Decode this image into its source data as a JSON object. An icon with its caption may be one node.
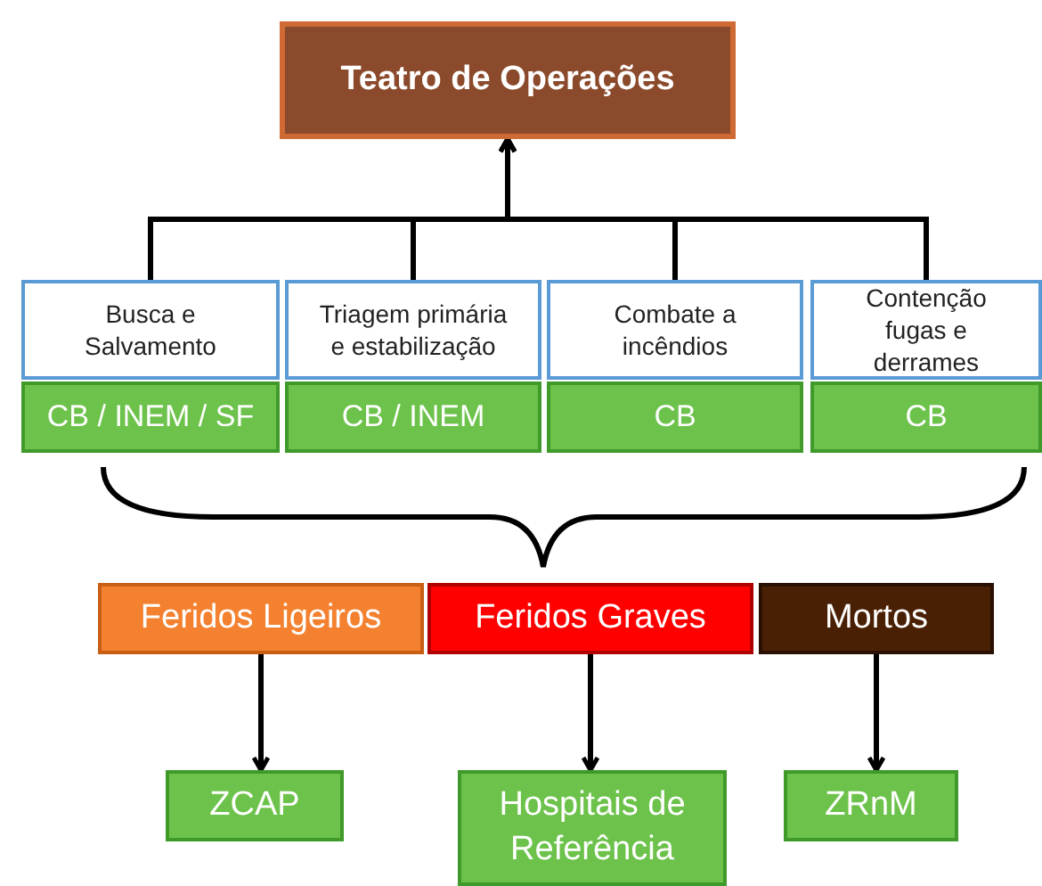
{
  "diagram": {
    "nodes": [
      {
        "text": [
          "Teatro de Operações"
        ]
      },
      {
        "text": [
          "Busca e Salvamento"
        ]
      },
      {
        "text": [
          "CB / INEM / SF"
        ]
      },
      {
        "text": [
          "Triagem primária e estabilização"
        ]
      },
      {
        "text": [
          "CB / INEM"
        ]
      },
      {
        "text": [
          "Combate a incêndios"
        ]
      },
      {
        "text": [
          "CB"
        ]
      },
      {
        "text": [
          "Contenção fugas e derrames"
        ]
      },
      {
        "text": [
          "CB"
        ]
      },
      {
        "text": [
          "Feridos Ligeiros"
        ]
      },
      {
        "text": [
          "Feridos Graves"
        ]
      },
      {
        "text": [
          "Mortos"
        ]
      },
      {
        "text": [
          "ZCAP"
        ]
      },
      {
        "text": [
          "Hospitais de Referência"
        ]
      },
      {
        "text": [
          "ZRnM"
        ]
      }
    ],
    "edges": [
      {
        "from": 1,
        "to": 0,
        "arrow": "to"
      },
      {
        "from": 3,
        "to": 0,
        "arrow": "to"
      },
      {
        "from": 5,
        "to": 0,
        "arrow": "to"
      },
      {
        "from": 7,
        "to": 0,
        "arrow": "to"
      },
      {
        "from": 9,
        "to": 12,
        "arrow": "to"
      },
      {
        "from": 10,
        "to": 13,
        "arrow": "to"
      },
      {
        "from": 11,
        "to": 14,
        "arrow": "to"
      }
    ]
  }
}
